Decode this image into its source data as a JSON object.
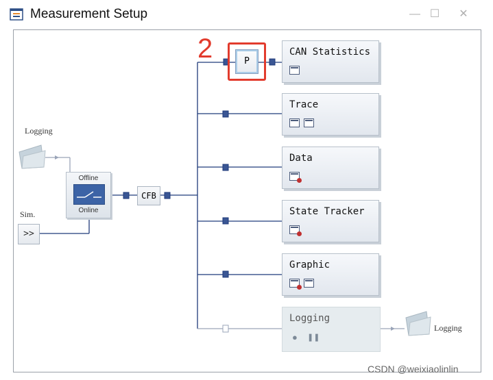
{
  "window": {
    "title": "Measurement Setup",
    "minimize_glyph": "—",
    "maximize_glyph": "☐",
    "close_glyph": "✕"
  },
  "annotation": {
    "marker": "2"
  },
  "icons": {
    "app": "measurement-setup-icon",
    "logging_folder": "folder-icon",
    "switch": "switch-icon"
  },
  "colors": {
    "annotation": "#e23b2d",
    "connector": "#1f3a7a",
    "switch_fill": "#3c63a6"
  },
  "blocks": {
    "can_statistics": "CAN Statistics",
    "trace": "Trace",
    "data": "Data",
    "state_tracker": "State Tracker",
    "graphic": "Graphic",
    "logging": "Logging"
  },
  "nodes": {
    "p_block": "P",
    "cfb": "CFB",
    "sim_label": "Sim.",
    "sim_button": ">>",
    "offline": "Offline",
    "online": "Online",
    "logging_left": "Logging",
    "logging_right": "Logging"
  },
  "logging_controls": {
    "record": "●",
    "pause": "❚❚"
  },
  "watermark": "CSDN @weixiaolinlin"
}
